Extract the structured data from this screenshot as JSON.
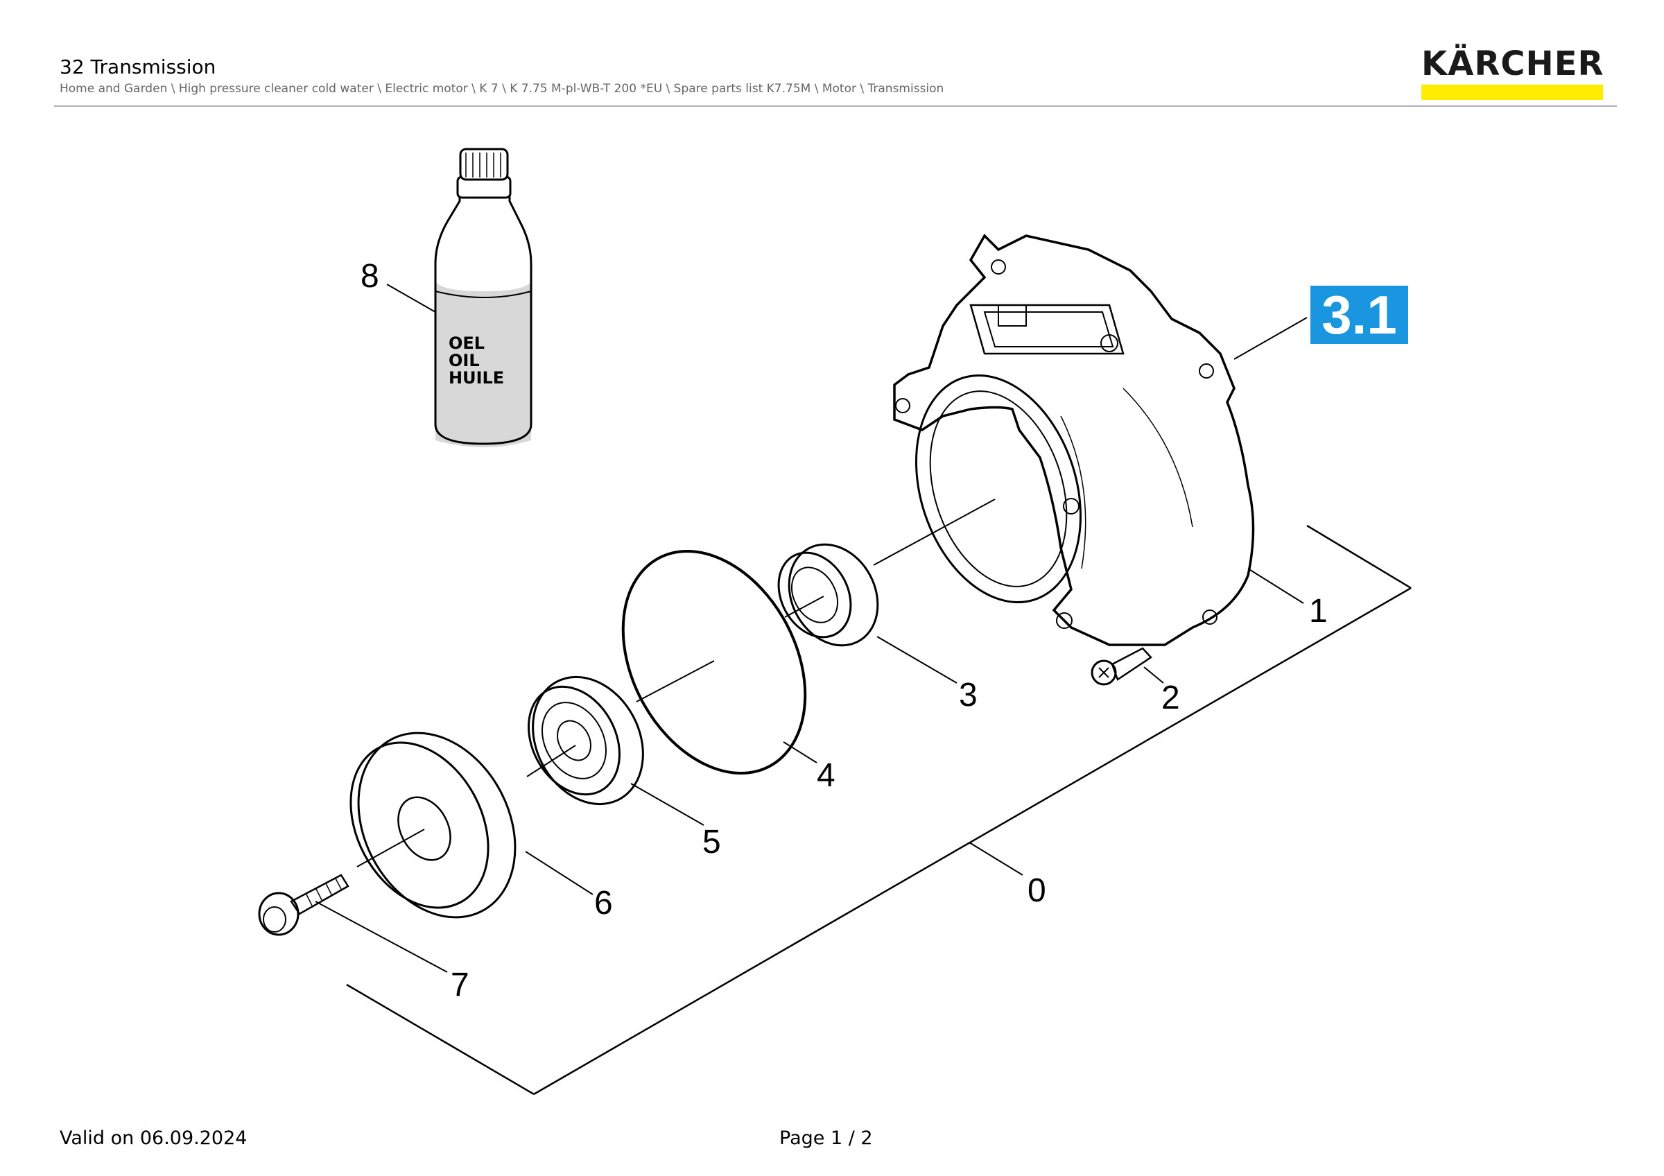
{
  "header": {
    "title": "32 Transmission",
    "breadcrumb": "Home and Garden \\ High pressure cleaner cold water \\ Electric motor \\ K 7 \\ K 7.75 M-pl-WB-T 200 *EU \\ Spare parts list K7.75M \\ Motor \\ Transmission"
  },
  "logo": {
    "text": "KÄRCHER",
    "bar_color": "#ffed00"
  },
  "diagram": {
    "reference_badge": "3.1",
    "badge_color": "#1a96e0",
    "callouts": [
      "0",
      "1",
      "2",
      "3",
      "4",
      "5",
      "6",
      "7",
      "8"
    ],
    "oil_bottle_label": [
      "OEL",
      "OIL",
      "HUILE"
    ]
  },
  "footer": {
    "valid_on": "Valid on 06.09.2024",
    "page": "Page 1 / 2"
  }
}
